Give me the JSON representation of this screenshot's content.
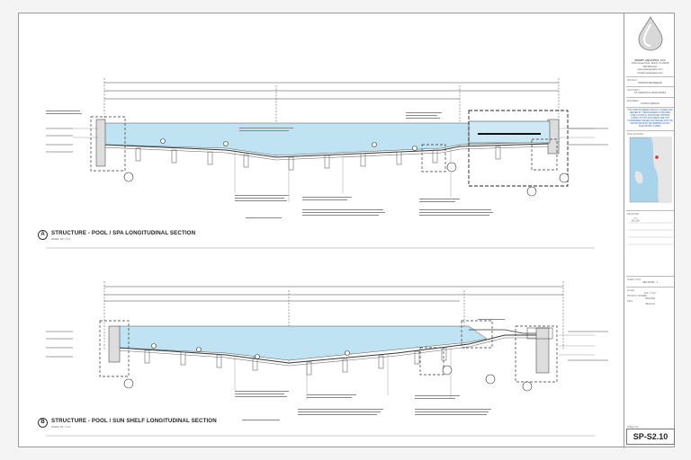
{
  "sheet_number": "SP-S2.10",
  "title_block": {
    "company": "SMART AQUATICS, LLC",
    "address_lines": [
      "1234 Ocean Drive, Miami, FL 33139",
      "305.555.0101",
      "www.smartaquatics.com",
      "info@smartaquatics.com"
    ],
    "project_label": "PROJECT",
    "project_name": "PRIVATE RESIDENCE",
    "architect_label": "ARCHITECT",
    "architect_name": "ST. FRANCIS & ASSOCIATES",
    "engineer_label": "ENGINEER",
    "engineer_name": "FLOW & DESIGN",
    "stamp_text": "THIS ITEM HAS BEEN DIGITALLY SIGNED AND SEALED BY THE ENGINEER OF RECORD USING A DIGITAL SIGNATURE. PRINTED COPIES OF THIS DOCUMENT ARE NOT CONSIDERED SIGNED AND SEALED AND THE SIGNATURE MUST BE VERIFIED ON ANY ELECTRONIC COPIES.",
    "key_plan_label": "SITE LOCATION",
    "revisions_label": "REVISIONS",
    "sheet_title_label": "SHEET TITLE",
    "sheet_title": "SECTIONS - 1",
    "scale_label": "SCALE",
    "scale_value": "1/4\" = 1'-0\"",
    "project_no_label": "PROJECT NUMBER",
    "project_no": "2024-118",
    "date_label": "DATE",
    "date_value": "09.10.24",
    "sheet_no_label": "SHEET NO."
  },
  "sections": [
    {
      "letter": "A",
      "title": "STRUCTURE - POOL / SPA LONGITUDINAL SECTION",
      "scale": "SCALE: 1/4\" = 1'-0\""
    },
    {
      "letter": "B",
      "title": "STRUCTURE - POOL / SUN SHELF LONGITUDINAL SECTION",
      "scale": "SCALE: 1/4\" = 1'-0\""
    }
  ],
  "colors": {
    "water": "#bfe3f3",
    "line": "#333333",
    "accent": "#e0282e"
  }
}
